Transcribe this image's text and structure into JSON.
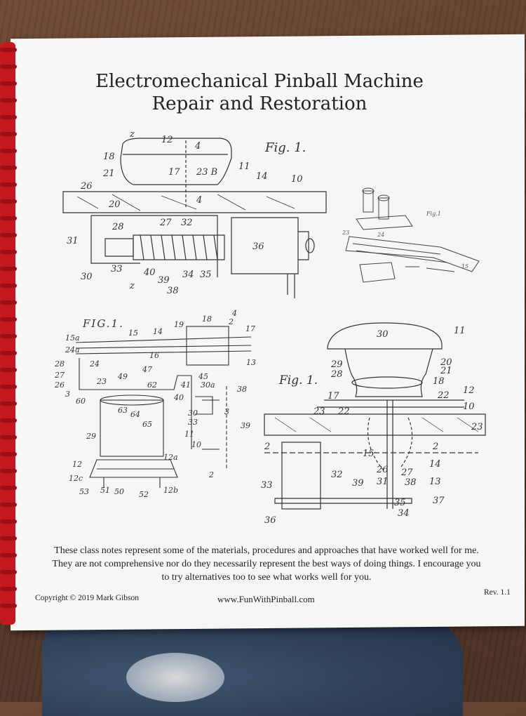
{
  "document": {
    "title_line1": "Electromechanical Pinball Machine",
    "title_line2": "Repair and Restoration"
  },
  "figures": {
    "fig1_label": "Fig. 1.",
    "fig2_label": "Fig.1",
    "fig3_label": "FIG.1.",
    "fig4_label": "Fig. 1.",
    "fig1_numbers": [
      "z",
      "12",
      "4",
      "18",
      "21",
      "17",
      "23 B",
      "11",
      "14",
      "10",
      "26",
      "4",
      "20",
      "28",
      "27",
      "32",
      "31",
      "36",
      "30",
      "33",
      "40",
      "39",
      "34",
      "35",
      "38",
      "z"
    ],
    "fig3_numbers": [
      "18",
      "19",
      "4",
      "2",
      "17",
      "13",
      "15a",
      "15",
      "14",
      "24a",
      "16",
      "28",
      "24",
      "27",
      "49",
      "47",
      "45",
      "26",
      "23",
      "62",
      "41",
      "30a",
      "38",
      "60",
      "63",
      "64",
      "40",
      "3",
      "65",
      "30",
      "33",
      "39",
      "29",
      "11",
      "10",
      "12",
      "12a",
      "12c",
      "53",
      "51",
      "50",
      "52",
      "12b",
      "2"
    ],
    "fig4_numbers": [
      "30",
      "11",
      "29",
      "28",
      "20",
      "21",
      "18",
      "17",
      "22",
      "12",
      "23",
      "22",
      "10",
      "23",
      "15",
      "2",
      "2",
      "26",
      "14",
      "32",
      "31",
      "27",
      "13",
      "39",
      "38",
      "33",
      "37",
      "35",
      "36",
      "34"
    ]
  },
  "notes": "These class notes represent some of the materials, procedures and approaches that have worked well for me. They are not comprehensive nor do they necessarily represent the best ways of doing things.  I encourage you to try alternatives too to see what works well for you.",
  "footer": {
    "copyright": "Copyright © 2019  Mark Gibson",
    "website": "www.FunWithPinball.com",
    "revision": "Rev. 1.1"
  },
  "colors": {
    "binding": "#c41a1f",
    "paper": "#f6f6f4",
    "table": "#5a3b2b",
    "ink": "#222222"
  }
}
